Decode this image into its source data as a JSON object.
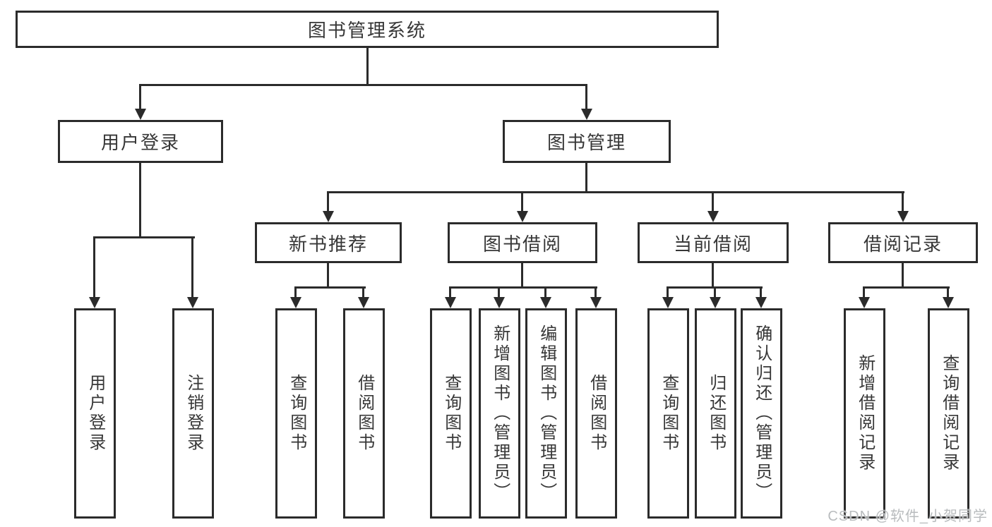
{
  "colors": {
    "line": "#2b2b2b",
    "text": "#373737",
    "background": "#ffffff",
    "watermark": "#b9bcbe"
  },
  "tree": {
    "root": "图书管理系统",
    "user_login": {
      "label": "用户登录",
      "children": [
        "用户登录",
        "注销登录"
      ]
    },
    "book_management": {
      "label": "图书管理",
      "sections": [
        {
          "label": "新书推荐",
          "children": [
            "查询图书",
            "借阅图书"
          ]
        },
        {
          "label": "图书借阅",
          "children": [
            "查询图书",
            "新增图书（管理员）",
            "编辑图书（管理员）",
            "借阅图书"
          ]
        },
        {
          "label": "当前借阅",
          "children": [
            "查询图书",
            "归还图书",
            "确认归还（管理员）"
          ]
        },
        {
          "label": "借阅记录",
          "children": [
            "新增借阅记录",
            "查询借阅记录"
          ]
        }
      ]
    }
  },
  "watermark": "CSDN @软件_小贺同学"
}
